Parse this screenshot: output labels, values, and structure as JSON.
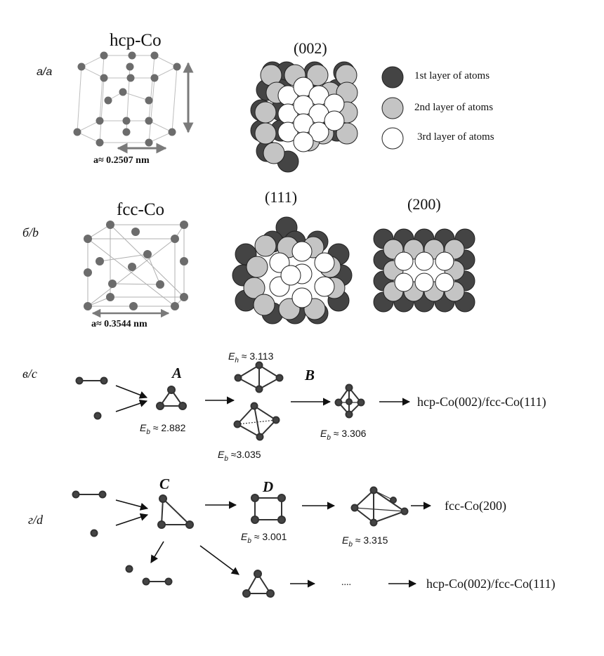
{
  "panel_labels": {
    "a": "а/a",
    "b": "б/b",
    "c": "в/c",
    "d": "г/d"
  },
  "structures": {
    "hcp": {
      "title": "hcp-Co",
      "lattice": "a≈ 0.2507 nm"
    },
    "fcc": {
      "title": "fcc-Co",
      "lattice": "a≈ 0.3544 nm"
    }
  },
  "facets": {
    "hcp_002": "(002)",
    "fcc_111": "(111)",
    "fcc_200": "(200)"
  },
  "legend": [
    {
      "label": "1st layer of atoms",
      "color": "#444444"
    },
    {
      "label": "2nd layer of atoms",
      "color": "#c4c4c4"
    },
    {
      "label": "3rd layer of atoms",
      "color": "#ffffff"
    }
  ],
  "pathway_c": {
    "cluster_A": "A",
    "cluster_B": "B",
    "eb_A": "E_b ≈ 2.882",
    "eh_upper": "E_h ≈ 3.113",
    "eb_lower": "E_b ≈3.035",
    "eb_B": "E_b ≈ 3.306",
    "product": "hcp-Co(002)/fcc-Co(111)"
  },
  "pathway_d": {
    "cluster_C": "C",
    "cluster_D": "D",
    "eb_D": "E_b ≈ 3.001",
    "eb_next": "E_b ≈ 3.315",
    "product_fcc": "fcc-Co(200)",
    "ellipsis": "....",
    "product_hcp": "hcp-Co(002)/fcc-Co(111)"
  },
  "colors": {
    "layer1": "#444444",
    "layer2": "#c4c4c4",
    "layer3": "#ffffff",
    "atom": "#555555",
    "frame": "#b5b5b5",
    "arrow": "#111111"
  }
}
